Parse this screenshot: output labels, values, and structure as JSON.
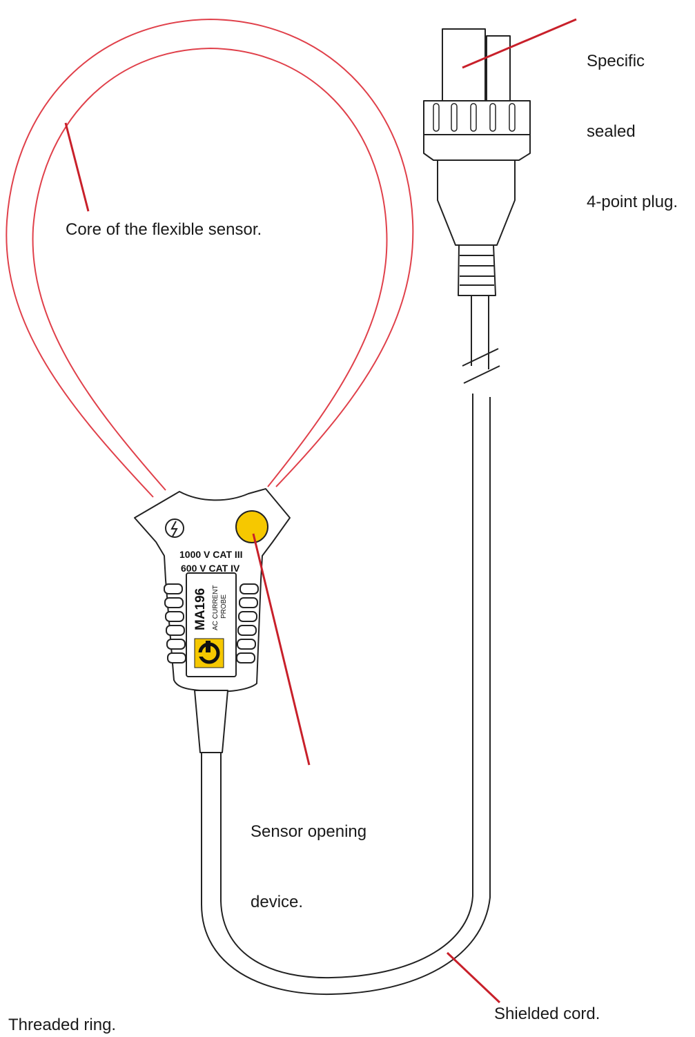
{
  "callouts": {
    "plug": [
      "Specific",
      "sealed",
      "4-point plug."
    ],
    "core": "Core of the flexible sensor.",
    "opening": [
      "Sensor opening",
      "device."
    ],
    "cord": "Shielded cord.",
    "ring": "Threaded ring."
  },
  "probe_label": {
    "rating_1": "1000 V CAT III",
    "rating_2": "600 V CAT IV",
    "model": "MA196",
    "type_1": "AC CURRENT",
    "type_2": "PROBE"
  },
  "colors": {
    "loop": "#e0404a",
    "leader": "#c8202a",
    "outline": "#222222",
    "button": "#f6c800",
    "logo": "#f6c800"
  }
}
